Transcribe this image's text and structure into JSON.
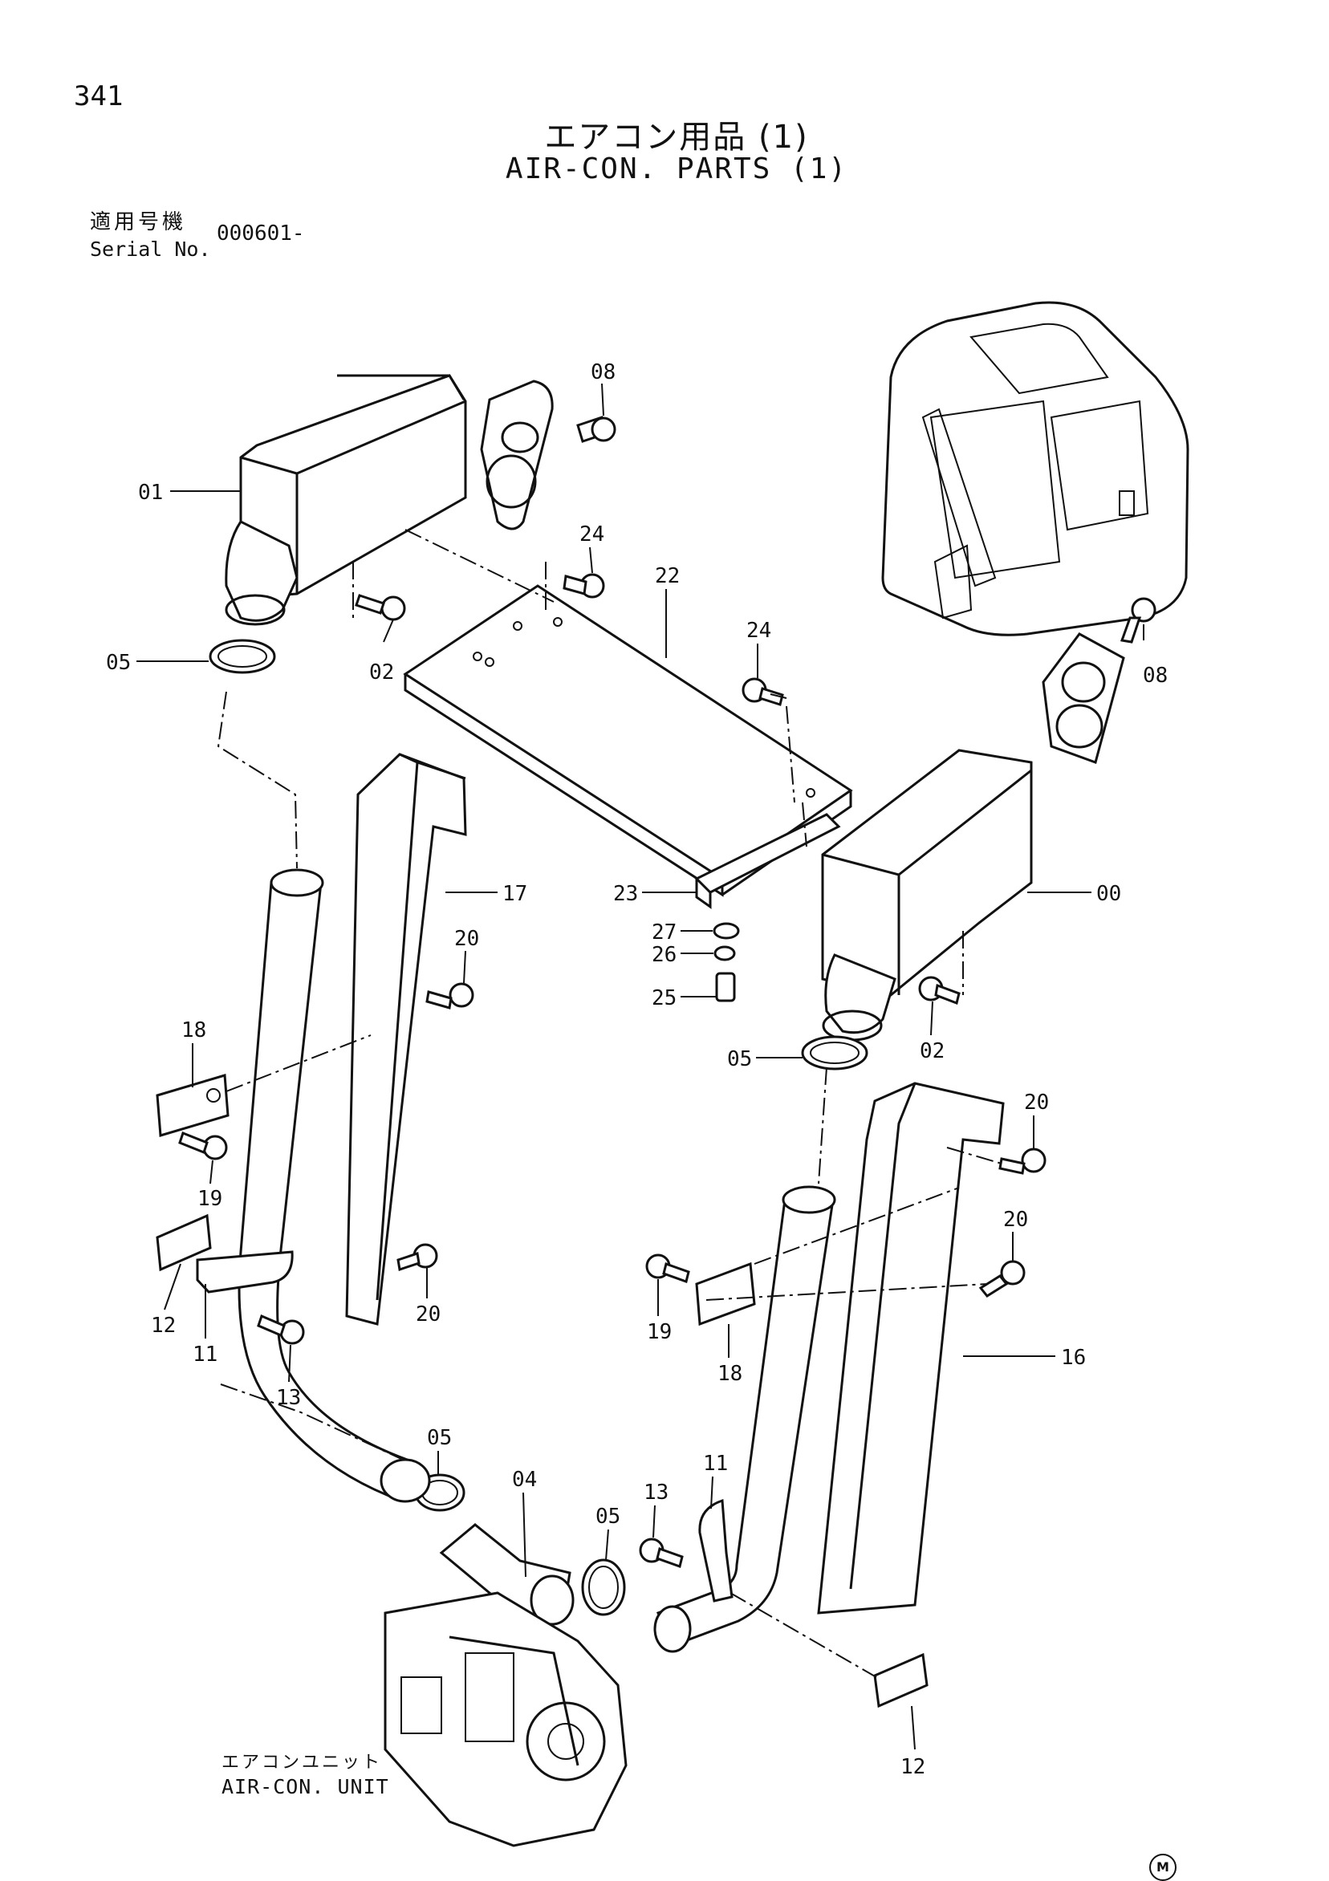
{
  "header": {
    "page_number": "341",
    "title_jp": "エアコン用品 (1)",
    "title_en": "AIR-CON. PARTS (1)",
    "serial_label_jp": "適用号機",
    "serial_label_en": "Serial No.",
    "serial_value": "000601-"
  },
  "footer": {
    "unit_label_jp": "エアコンユニット",
    "unit_label_en": "AIR-CON. UNIT",
    "mark": "M"
  },
  "callouts": [
    {
      "id": "c01",
      "label": "01"
    },
    {
      "id": "c02a",
      "label": "02"
    },
    {
      "id": "c05a",
      "label": "05"
    },
    {
      "id": "c08a",
      "label": "08"
    },
    {
      "id": "c24a",
      "label": "24"
    },
    {
      "id": "c22",
      "label": "22"
    },
    {
      "id": "c24b",
      "label": "24"
    },
    {
      "id": "c08b",
      "label": "08"
    },
    {
      "id": "c17",
      "label": "17"
    },
    {
      "id": "c23",
      "label": "23"
    },
    {
      "id": "c00",
      "label": "00"
    },
    {
      "id": "c27",
      "label": "27"
    },
    {
      "id": "c26",
      "label": "26"
    },
    {
      "id": "c25",
      "label": "25"
    },
    {
      "id": "c20a",
      "label": "20"
    },
    {
      "id": "c18a",
      "label": "18"
    },
    {
      "id": "c19a",
      "label": "19"
    },
    {
      "id": "c02b",
      "label": "02"
    },
    {
      "id": "c05b",
      "label": "05"
    },
    {
      "id": "c20b",
      "label": "20"
    },
    {
      "id": "c20c",
      "label": "20"
    },
    {
      "id": "c20d",
      "label": "20"
    },
    {
      "id": "c12a",
      "label": "12"
    },
    {
      "id": "c11a",
      "label": "11"
    },
    {
      "id": "c13a",
      "label": "13"
    },
    {
      "id": "c19b",
      "label": "19"
    },
    {
      "id": "c18b",
      "label": "18"
    },
    {
      "id": "c16",
      "label": "16"
    },
    {
      "id": "c05c",
      "label": "05"
    },
    {
      "id": "c04",
      "label": "04"
    },
    {
      "id": "c05d",
      "label": "05"
    },
    {
      "id": "c13b",
      "label": "13"
    },
    {
      "id": "c11b",
      "label": "11"
    },
    {
      "id": "c12b",
      "label": "12"
    }
  ]
}
